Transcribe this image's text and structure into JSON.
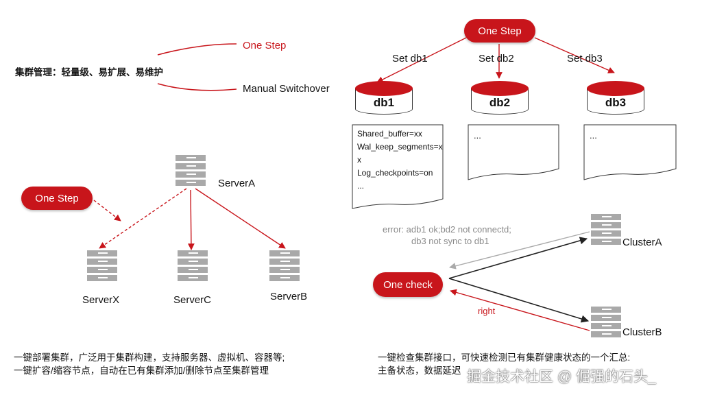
{
  "left_top": {
    "heading": "集群管理：轻量级、易扩展、易维护",
    "one_step": "One Step",
    "manual_switchover": "Manual Switchover"
  },
  "left_bottom": {
    "one_step_pill": "One Step",
    "server_a": "ServerA",
    "server_x": "ServerX",
    "server_c": "ServerC",
    "server_b": "ServerB",
    "desc_line1": "一键部署集群，广泛用于集群构建，支持服务器、虚拟机、容器等;",
    "desc_line2": "一键扩容/缩容节点，自动在已有集群添加/删除节点至集群管理"
  },
  "right_top": {
    "one_step_pill": "One Step",
    "set_db1": "Set db1",
    "set_db2": "Set db2",
    "set_db3": "Set db3",
    "db1": "db1",
    "db2": "db2",
    "db3": "db3",
    "doc1_lines": [
      "Shared_buffer=xx",
      "Wal_keep_segments=x",
      "x",
      "Log_checkpoints=on",
      "..."
    ],
    "doc2_text": "...",
    "doc3_text": "..."
  },
  "right_bottom": {
    "error_line1": "error:  adb1 ok;bd2 not connectd;",
    "error_line2": "db3  not sync to db1",
    "cluster_a": "ClusterA",
    "cluster_b": "ClusterB",
    "one_check": "One check",
    "right_label": "right",
    "desc_line1": "一键检查集群接口，可快速检测已有集群健康状态的一个汇总:",
    "desc_line2": "主备状态，数据延迟"
  },
  "watermark": "掘金技术社区 @ 倔强的石头_",
  "colors": {
    "accent": "#c8151b",
    "server_gray": "#a9a9a9",
    "error_gray": "#8a8a8a"
  }
}
